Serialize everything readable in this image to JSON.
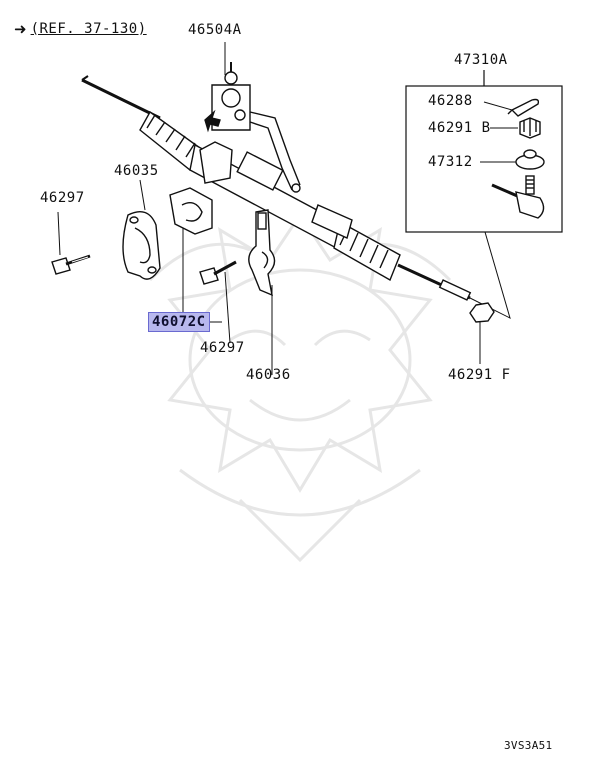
{
  "reference": {
    "arrow_icon": "arrow-right-icon",
    "text": "(REF. 37-130)"
  },
  "parts": {
    "p46504A": "46504A",
    "p47310A": "47310A",
    "p46288": "46288",
    "p46291B": "46291 B",
    "p47312": "47312",
    "p46035": "46035",
    "p46297_left": "46297",
    "p46072C": "46072C",
    "p46297_mid": "46297",
    "p46036": "46036",
    "p46291F": "46291 F"
  },
  "highlight_color": "#b8b8ee",
  "footer": {
    "code": "3VS3A51"
  }
}
